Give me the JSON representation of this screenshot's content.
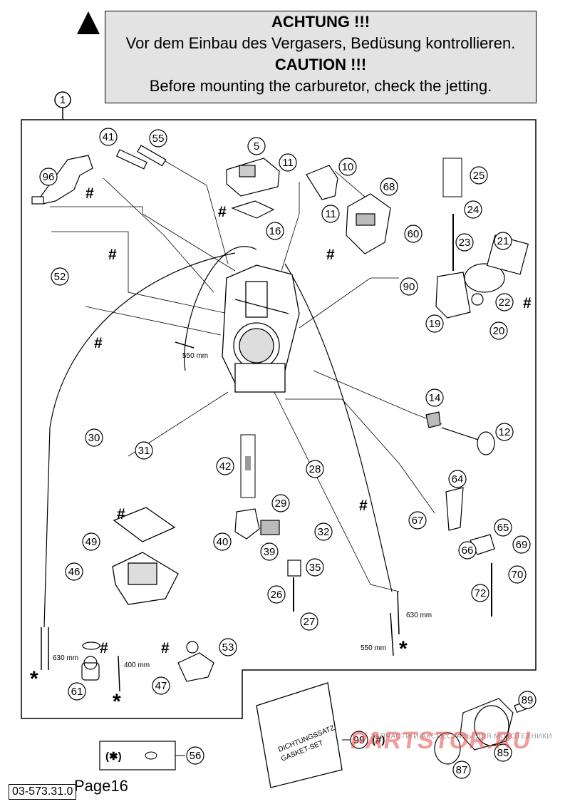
{
  "caution": {
    "de_title": "ACHTUNG !!!",
    "de_text": "Vor dem Einbau des Vergasers, Bedüsung kontrollieren.",
    "en_title": "CAUTION !!!",
    "en_text": "Before mounting the carburetor, check the jetting."
  },
  "assembly_number": "1",
  "part_labels": {
    "p5": "5",
    "p10": "10",
    "p11a": "11",
    "p11b": "11",
    "p12": "12",
    "p14": "14",
    "p16": "16",
    "p19": "19",
    "p20": "20",
    "p21": "21",
    "p22": "22",
    "p23": "23",
    "p24": "24",
    "p25": "25",
    "p26": "26",
    "p27": "27",
    "p28": "28",
    "p29": "29",
    "p30": "30",
    "p31": "31",
    "p32": "32",
    "p35": "35",
    "p39": "39",
    "p40": "40",
    "p41": "41",
    "p42": "42",
    "p46": "46",
    "p47": "47",
    "p49": "49",
    "p52": "52",
    "p53": "53",
    "p55": "55",
    "p56": "56",
    "p60": "60",
    "p61": "61",
    "p64": "64",
    "p65": "65",
    "p66": "66",
    "p67": "67",
    "p68": "68",
    "p69": "69",
    "p70": "70",
    "p72": "72",
    "p85": "85",
    "p87": "87",
    "p89": "89",
    "p90": "90",
    "p96": "96",
    "p99": "99"
  },
  "measurements": {
    "m550a": "550 mm",
    "m550b": "550 mm",
    "m630a": "630 mm",
    "m630b": "630 mm",
    "m400": "400 mm"
  },
  "symbols": {
    "hash": "#",
    "star": "*"
  },
  "gasket_set": {
    "line1": "DICHTUNGSSATZ",
    "line2": "GASKET-SET"
  },
  "notes": {
    "p99_note": "(#)",
    "p56_note": "(✱)"
  },
  "footer": {
    "code": "03-573.31.0",
    "page": "Page16"
  },
  "watermark": {
    "text": "PARTSTOR.RU",
    "sub": "ЗАПЧАСТИ И АКСЕССУАРЫ ДЛЯ МОТОТЕХНИКИ"
  }
}
